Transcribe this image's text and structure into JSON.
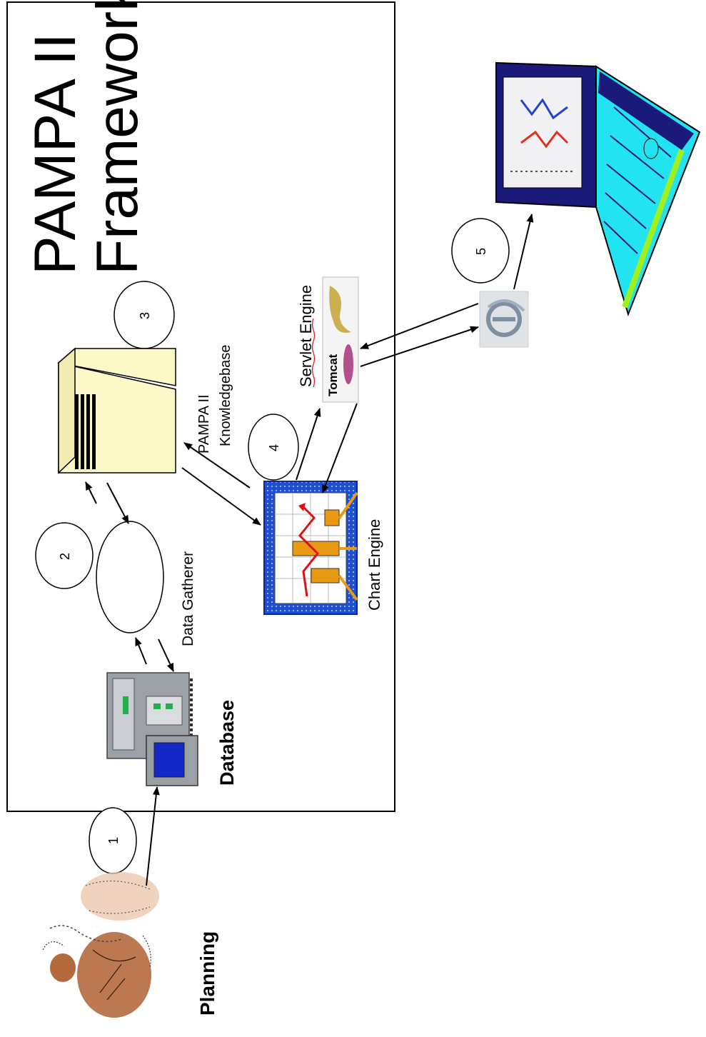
{
  "framework": {
    "title_line1": "PAMPA II",
    "title_line2": "Framework"
  },
  "steps": [
    "1",
    "2",
    "3",
    "4",
    "5"
  ],
  "labels": {
    "planning": "Planning",
    "database": "Database",
    "data_gatherer": "Data  Gatherer",
    "knowledgebase_line1": "PAMPA II",
    "knowledgebase_line2": "Knowledgebase",
    "servlet_engine": "Servlet  Engine",
    "chart_engine": "Chart  Engine",
    "tomcat": "Tomcat"
  },
  "icons": {
    "planning": "people-icon",
    "database": "database-server-icon",
    "data_gatherer": "process-ellipse-icon",
    "knowledgebase": "server-box-icon",
    "chart_engine": "chart-icon",
    "servlet_engine": "tomcat-icon",
    "browser": "internet-explorer-icon",
    "client": "laptop-icon"
  },
  "colors": {
    "server_box": "#fdf8c8",
    "chart_frame": "#1f4fd1",
    "chart_bars": "#e89a12",
    "chart_line": "#e01010",
    "laptop_screen": "#22e4f0",
    "laptop_frame": "#1a1a7a",
    "laptop_accent": "#a0f020",
    "people": "#b56a3e"
  }
}
